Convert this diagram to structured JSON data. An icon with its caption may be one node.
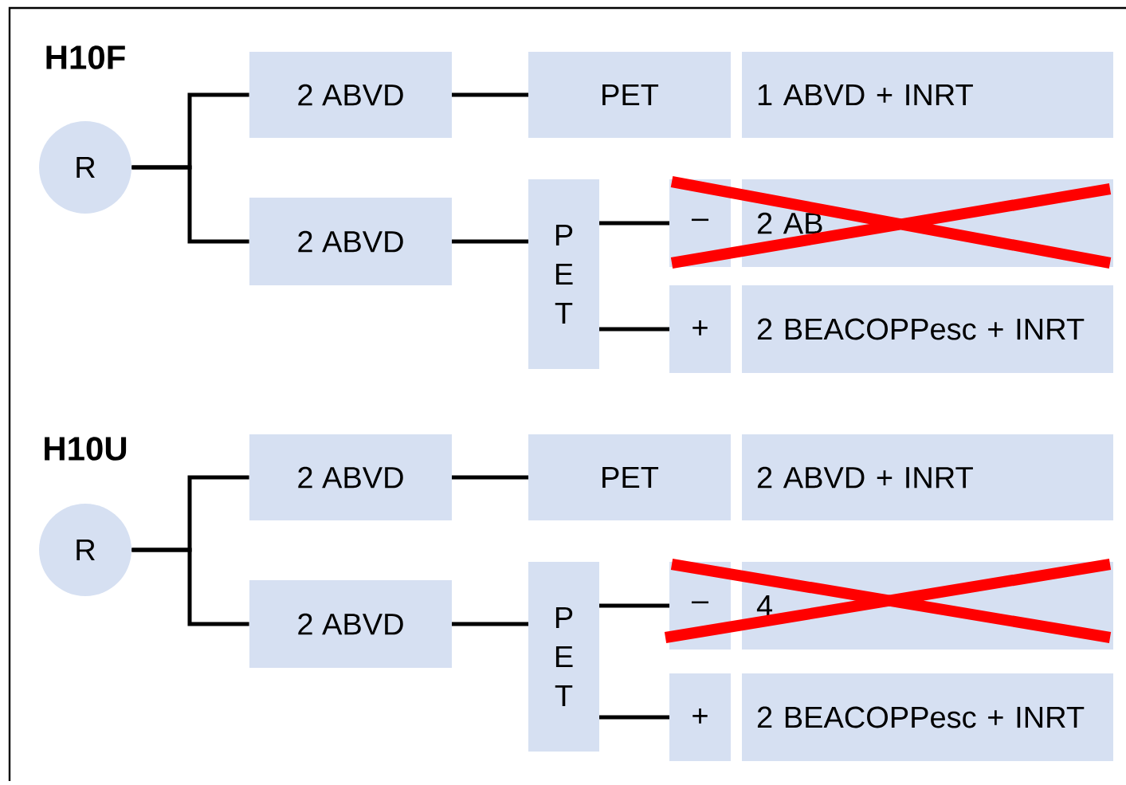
{
  "diagram": {
    "nodes": [
      {
        "text": [
          "R"
        ]
      },
      {
        "text": [
          "2 ABVD"
        ]
      },
      {
        "text": [
          "PET"
        ]
      },
      {
        "text": [
          "1 ABVD + INRT"
        ]
      },
      {
        "text": [
          "2 ABVD"
        ]
      },
      {
        "text": [
          "P E T"
        ]
      },
      {
        "text": [
          "–"
        ]
      },
      {
        "text": [
          "2 AB"
        ]
      },
      {
        "text": [
          "+"
        ]
      },
      {
        "text": [
          "2 BEACOPPesc + INRT"
        ]
      },
      {
        "text": [
          "R"
        ]
      },
      {
        "text": [
          "2 ABVD"
        ]
      },
      {
        "text": [
          "PET"
        ]
      },
      {
        "text": [
          "2 ABVD + INRT"
        ]
      },
      {
        "text": [
          "2 ABVD"
        ]
      },
      {
        "text": [
          "P E T"
        ]
      },
      {
        "text": [
          "–"
        ]
      },
      {
        "text": [
          "4"
        ]
      },
      {
        "text": [
          "+"
        ]
      },
      {
        "text": [
          "2 BEACOPPesc + INRT"
        ]
      }
    ],
    "edges": [
      {
        "from": 0,
        "to": 1,
        "arrow": "none"
      },
      {
        "from": 0,
        "to": 4,
        "arrow": "none"
      },
      {
        "from": 1,
        "to": 2,
        "arrow": "none"
      },
      {
        "from": 4,
        "to": 5,
        "arrow": "none"
      },
      {
        "from": 5,
        "to": 6,
        "arrow": "none"
      },
      {
        "from": 5,
        "to": 8,
        "arrow": "none"
      },
      {
        "from": 10,
        "to": 11,
        "arrow": "none"
      },
      {
        "from": 10,
        "to": 14,
        "arrow": "none"
      },
      {
        "from": 11,
        "to": 12,
        "arrow": "none"
      },
      {
        "from": 14,
        "to": 15,
        "arrow": "none"
      },
      {
        "from": 15,
        "to": 16,
        "arrow": "none"
      },
      {
        "from": 15,
        "to": 18,
        "arrow": "none"
      }
    ],
    "labels": [
      "H10F",
      "H10U"
    ]
  }
}
